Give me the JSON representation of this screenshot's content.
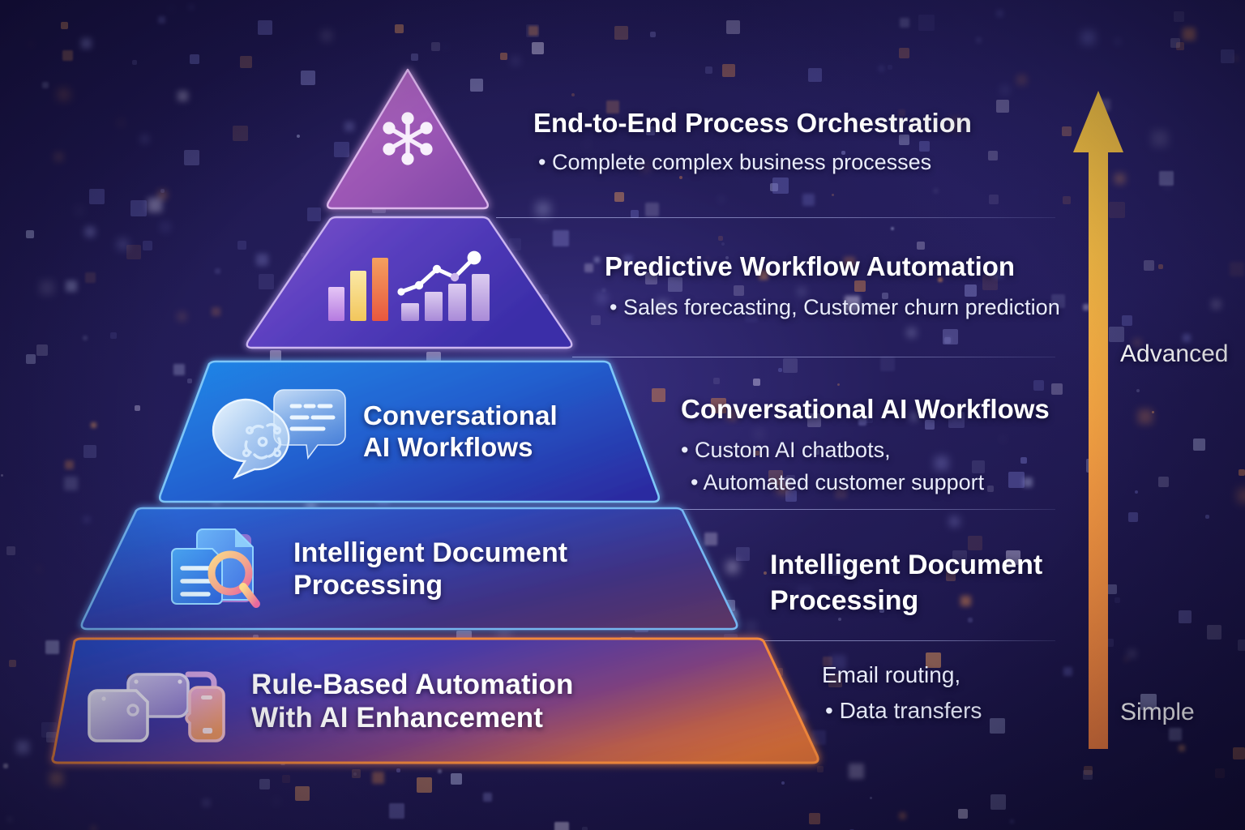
{
  "background": {
    "base_color": "#1e1850",
    "deep_color": "#130f36",
    "particle_colors": [
      "#8f8fd6",
      "#e08a4a",
      "#b9bde8",
      "#6f6fc0",
      "#d9d2ee",
      "#f0a05a"
    ]
  },
  "pyramid": {
    "tiers": [
      {
        "id": "tier-end-to-end",
        "level": 5,
        "label": "End-to-End Process Orchestration",
        "in_shape_label": "",
        "icon": "network-hub-icon",
        "fill_start": "#a35bb4",
        "fill_end": "#8e4fae",
        "border_color": "#d9b2e8"
      },
      {
        "id": "tier-predictive",
        "level": 4,
        "label": "Predictive Workflow Automation",
        "in_shape_label": "",
        "icon": "analytics-chart-icon",
        "fill_start": "#7a54c4",
        "fill_end": "#4334b6",
        "border_color": "#c9b6ef"
      },
      {
        "id": "tier-conversational",
        "level": 3,
        "label": "Conversational AI Workflows",
        "in_shape_label": "Conversational\nAI Workflows",
        "icon": "chat-bubbles-icon",
        "fill_start": "#1f7fe0",
        "fill_end": "#2e2aa8",
        "border_color": "#7fc3f5"
      },
      {
        "id": "tier-document",
        "level": 2,
        "label": "Intelligent Document Processing",
        "in_shape_label": "Intelligent Document\nProcessing",
        "icon": "document-search-icon",
        "fill_start": "#2a66d6",
        "fill_end": "#3a2a7a",
        "border_color": "#74b4f0"
      },
      {
        "id": "tier-rule-based",
        "level": 1,
        "label": "Rule-Based Automation With AI Enhancement",
        "in_shape_label": "Rule-Based Automation\nWith AI Enhancement",
        "icon": "connected-nodes-icon",
        "fill_start": "#2e4ec0",
        "fill_end": "#c4633a",
        "border_color": "#f08a3c"
      }
    ]
  },
  "annotations": [
    {
      "id": "ann-end-to-end",
      "title": "End-to-End Process Orchestration",
      "bullets": [
        "• Complete complex business processes"
      ]
    },
    {
      "id": "ann-predictive",
      "title": "Predictive Workflow Automation",
      "bullets": [
        "• Sales forecasting, Customer churn prediction"
      ]
    },
    {
      "id": "ann-conversational",
      "title": "Conversational AI Workflows",
      "bullets": [
        "• Custom AI chatbots,",
        "• Automated customer support"
      ]
    },
    {
      "id": "ann-document",
      "title": "Intelligent Document Processing",
      "bullets": []
    },
    {
      "id": "ann-rule-based",
      "title": "",
      "bullets": [
        "Email routing,",
        "• Data transfers"
      ]
    }
  ],
  "scale": {
    "top_label": "Advanced",
    "bottom_label": "Simple",
    "arrow_top_color": "#f5c542",
    "arrow_bottom_color": "#e2763a",
    "direction": "up"
  }
}
